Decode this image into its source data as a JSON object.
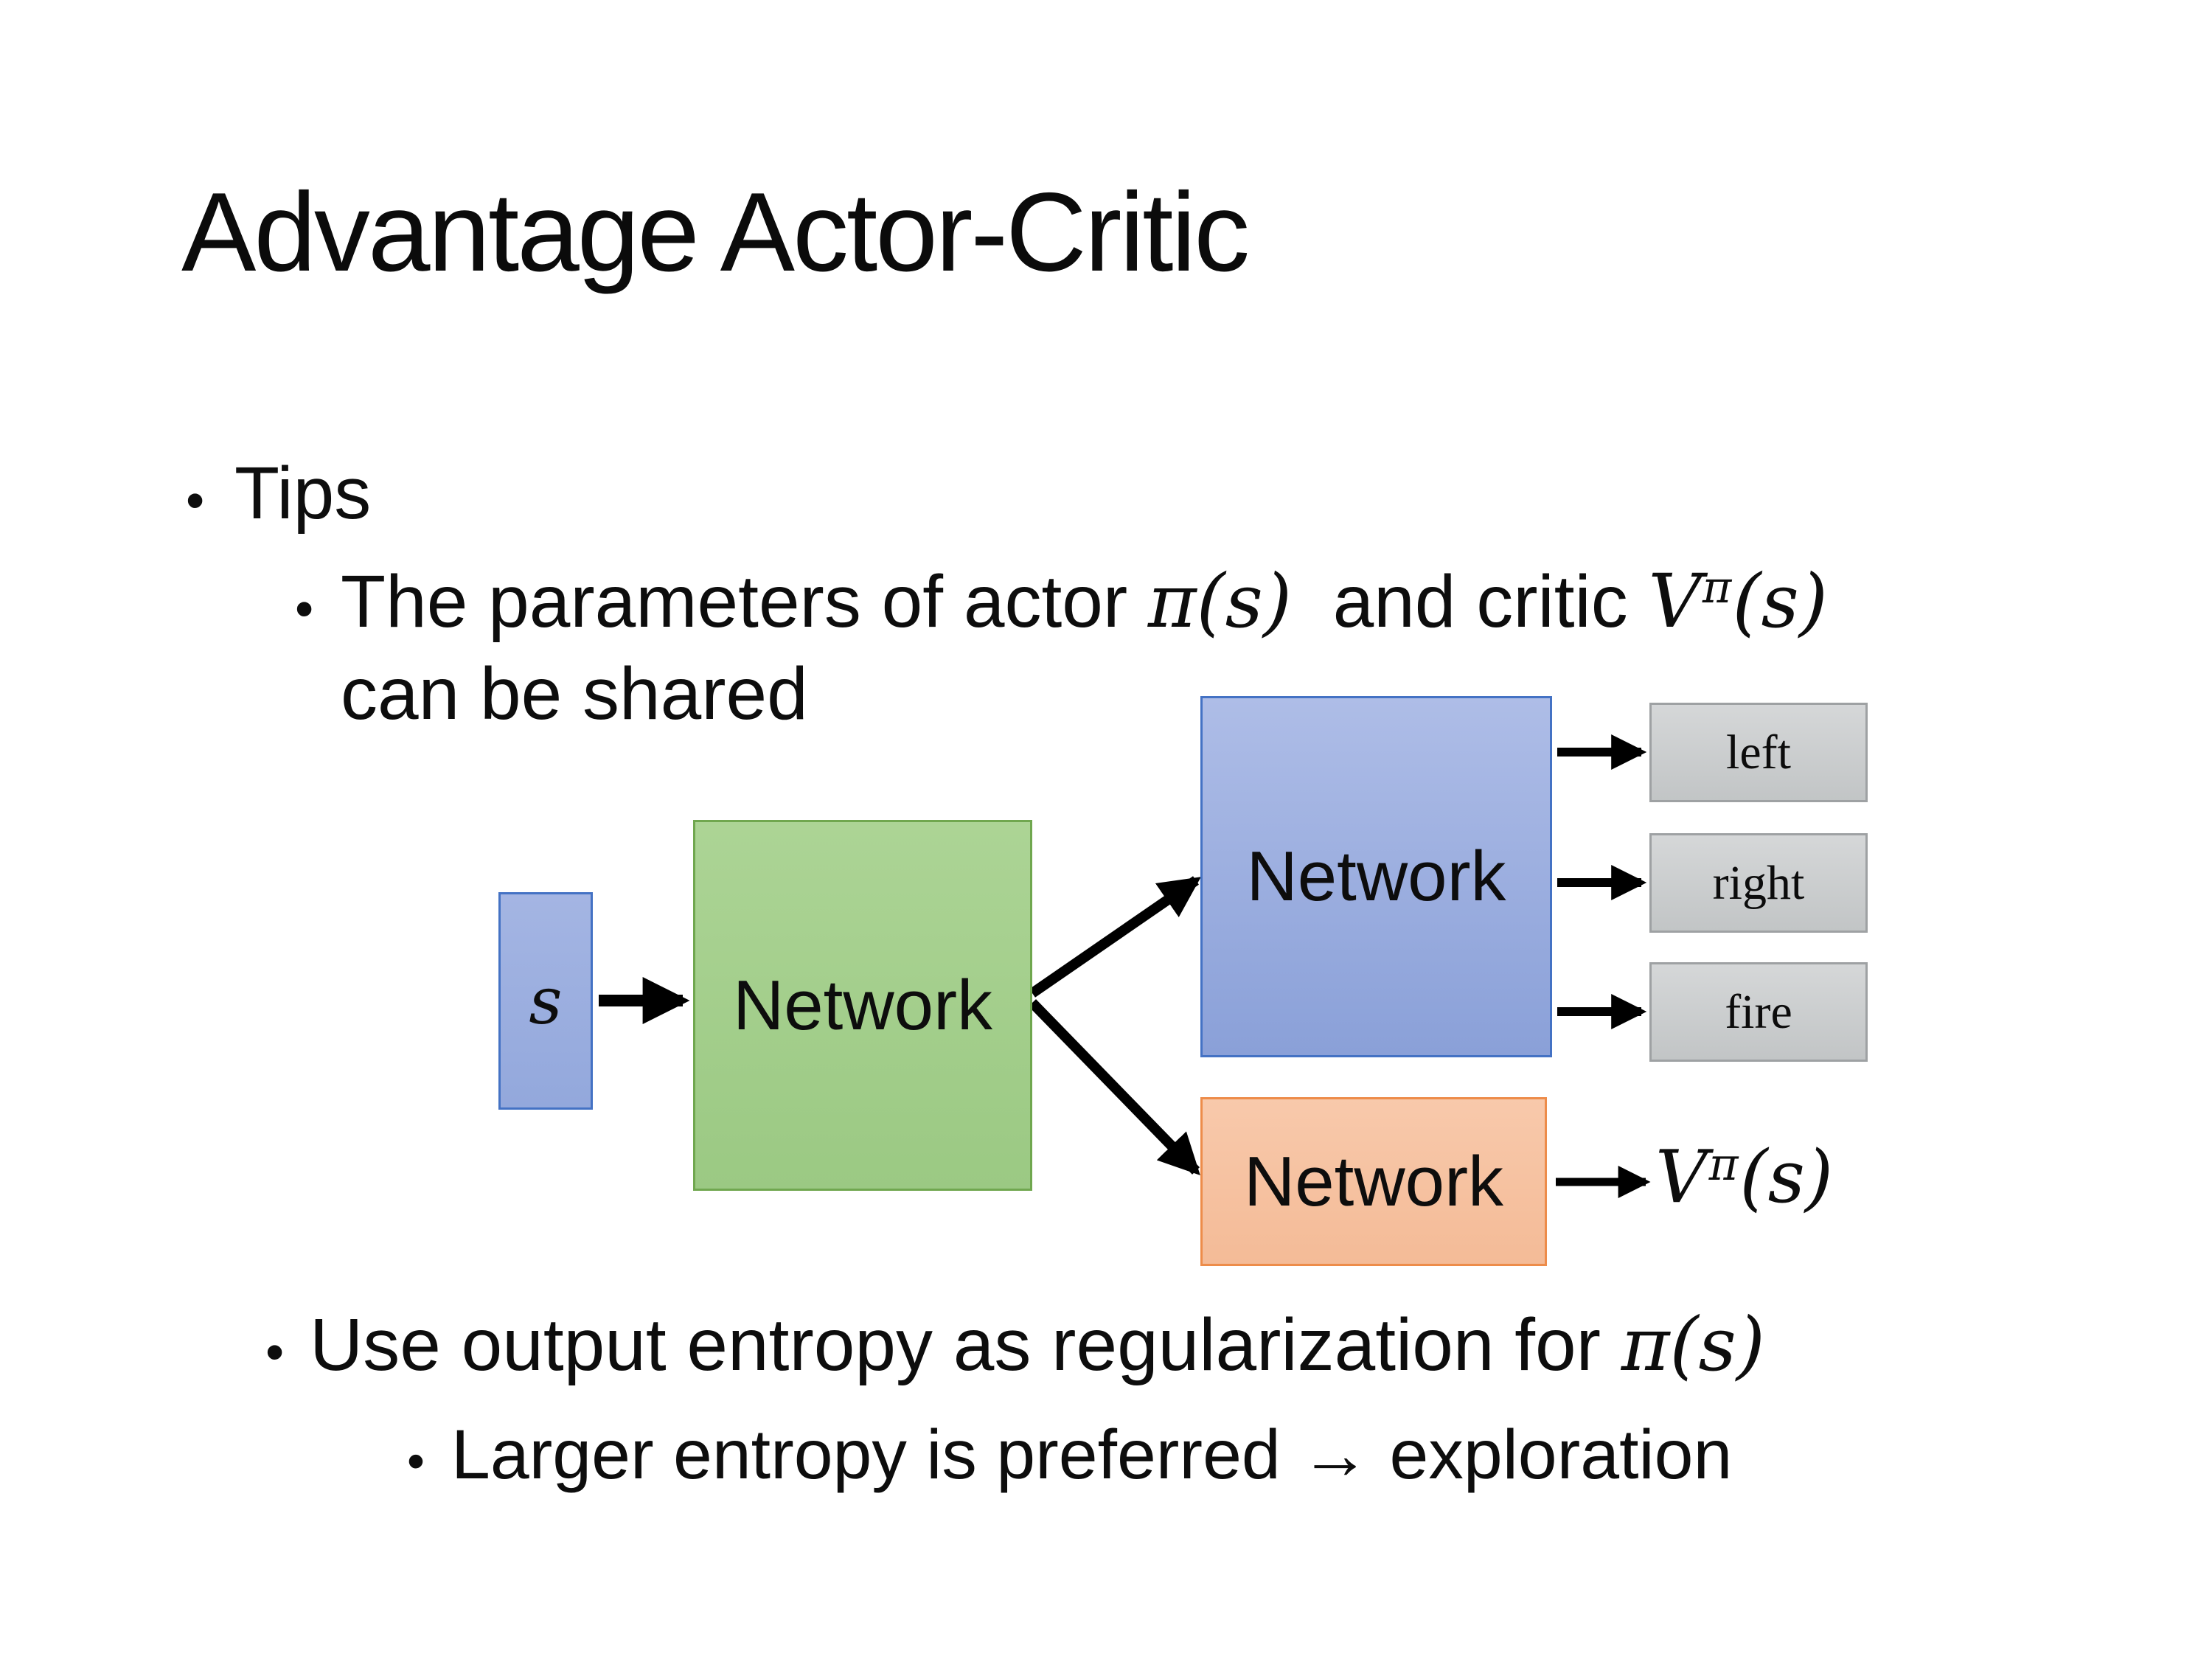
{
  "slide": {
    "bullet_char": "•",
    "title": "Advantage Actor-Critic",
    "tips_label": "Tips",
    "param_bullet": {
      "text_before": "The parameters of actor ",
      "actor_math": "π(s)",
      "text_mid": "  and critic ",
      "critic_base": "V",
      "critic_sup": "π",
      "critic_args": "(s)",
      "line2": "can be shared"
    },
    "entropy_bullet": {
      "text_before": "Use output entropy as regularization for ",
      "policy_math": "π(s)"
    },
    "exploration_bullet": "Larger entropy is preferred → exploration"
  },
  "diagram": {
    "state_label": "s",
    "shared_network_label": "Network",
    "actor_network_label": "Network",
    "critic_network_label": "Network",
    "action_labels": [
      "left",
      "right",
      "fire"
    ],
    "critic_output": {
      "base": "V",
      "sup": "π",
      "args": "(s)"
    },
    "colors": {
      "state_box_fill": "#9FB1E0",
      "blue_border": "#4472C4",
      "shared_box_fill": "#A4CF8C",
      "shared_box_border": "#70A74F",
      "actor_box_fill": "#9EB1DF",
      "critic_box_fill": "#F6C3A2",
      "critic_box_border": "#ED8C4A",
      "action_box_fill": "#CBCED0",
      "action_box_border": "#9EA1A3",
      "arrow_color": "#000000"
    }
  }
}
